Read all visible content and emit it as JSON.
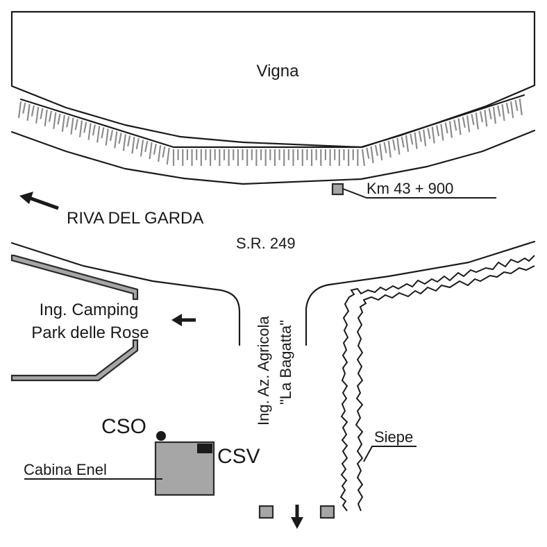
{
  "diagram": {
    "type": "site-access-map",
    "labels": {
      "vineyard": "Vigna",
      "km_marker": "Km 43 + 900",
      "direction_riva": "RIVA DEL GARDA",
      "road_name": "S.R. 249",
      "camping_line1": "Ing. Camping",
      "camping_line2": "Park delle Rose",
      "farm_line1": "Ing. Az. Agricola",
      "farm_line2": "\"La Bagatta\"",
      "cso": "CSO",
      "csv": "CSV",
      "cabin": "Cabina Enel",
      "hedge": "Siepe"
    },
    "colors": {
      "line": "#1a1a1a",
      "fill_grey": "#a6a6a6",
      "ticks": "#8c8c8c",
      "background": "#ffffff"
    }
  }
}
